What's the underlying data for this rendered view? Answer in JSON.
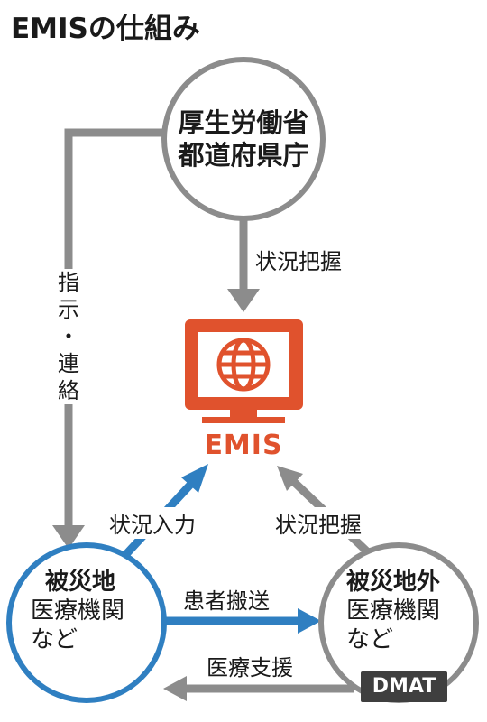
{
  "title": "EMISの仕組み",
  "nodes": {
    "top": {
      "line1": "厚生労働省",
      "line2": "都道府県庁"
    },
    "center": {
      "label": "EMIS"
    },
    "left": {
      "heading": "被災地",
      "line1": "医療機関",
      "line2": "など"
    },
    "right": {
      "heading": "被災地外",
      "line1": "医療機関",
      "line2": "など",
      "badge": "DMAT"
    }
  },
  "edges": {
    "top_to_center": "状況把握",
    "left_to_center": "状況入力",
    "right_to_center": "状況把握",
    "left_to_right": "患者搬送",
    "right_to_left": "医療支援",
    "top_to_left": [
      "指",
      "示",
      "・",
      "連",
      "絡"
    ]
  },
  "colors": {
    "accent": "#e0522d",
    "blue": "#2f7fc1",
    "gray": "#8c8c8c"
  }
}
